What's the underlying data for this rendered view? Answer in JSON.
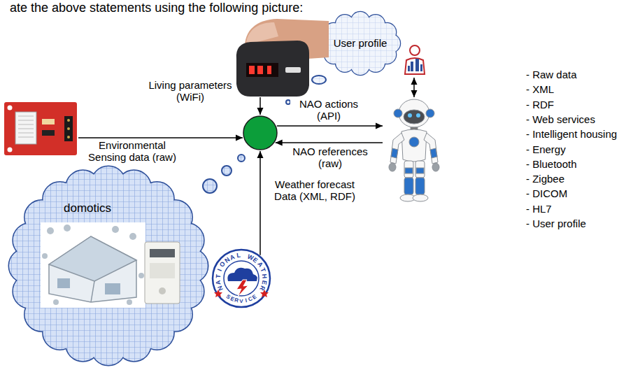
{
  "diagram": {
    "nodes": [
      {
        "text": [
          "User profile"
        ]
      },
      {
        "text": []
      },
      {
        "text": []
      },
      {
        "text": []
      },
      {
        "text": []
      },
      {
        "text": []
      },
      {
        "text": [
          "domotics"
        ]
      },
      {
        "text": [
          "NATIONAL WEATHER SERVICE"
        ]
      }
    ],
    "edges": [
      {
        "from": 2,
        "to": 3,
        "label": "Living parameters (WiFi)",
        "arrow": "to"
      },
      {
        "from": 4,
        "to": 3,
        "label": "Environmental Sensing data (raw)",
        "arrow": "to"
      },
      {
        "from": 3,
        "to": 5,
        "label": "NAO actions (API)",
        "arrow": "to"
      },
      {
        "from": 5,
        "to": 3,
        "label": "NAO references (raw)",
        "arrow": "to"
      },
      {
        "from": 7,
        "to": 3,
        "label": "Weather forecast Data (XML, RDF)",
        "arrow": "to"
      },
      {
        "from": 1,
        "to": 5,
        "arrow": "both"
      }
    ],
    "labels": [
      "ate the above statements using the following picture:",
      "- Raw data",
      "- XML",
      "- RDF",
      "- Web services",
      "- Intelligent housing",
      "- Energy",
      "- Bluetooth",
      "- Zigbee",
      "- DICOM",
      "- HL7",
      "- User profile"
    ]
  }
}
